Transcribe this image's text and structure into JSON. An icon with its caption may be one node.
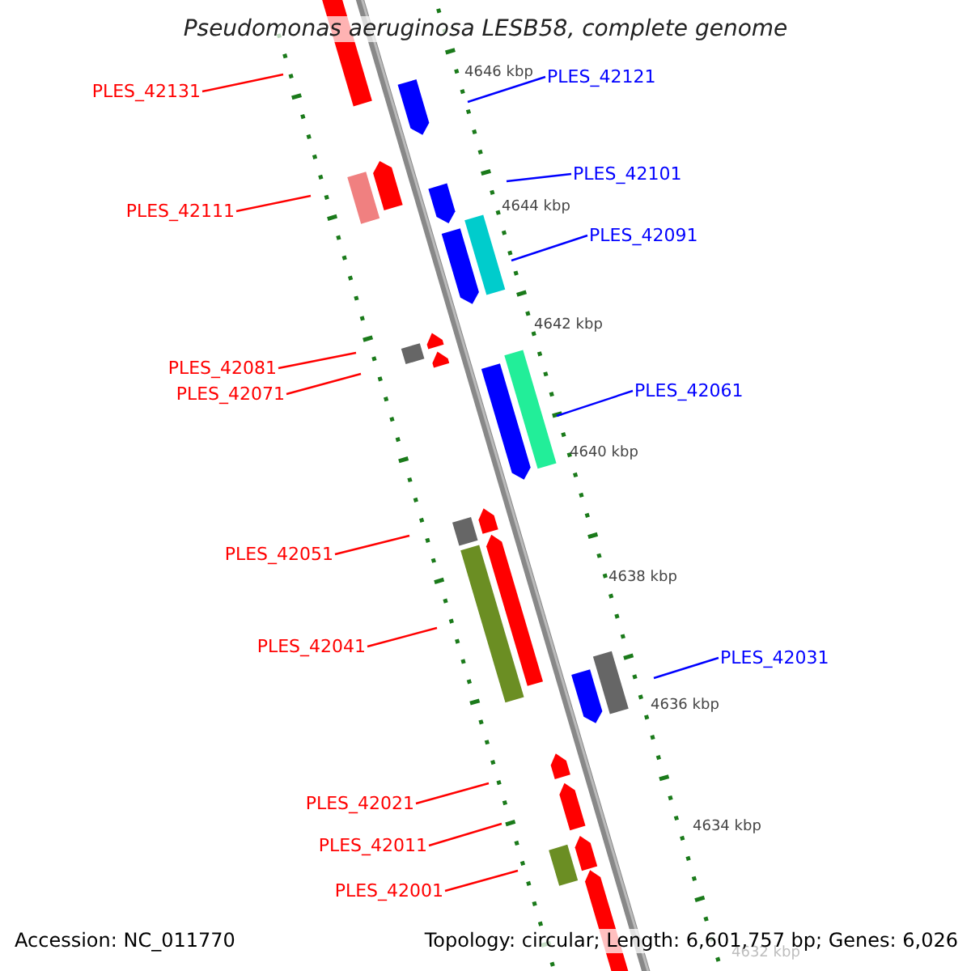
{
  "diagram": {
    "title": "Pseudomonas aeruginosa LESB58, complete genome",
    "nodes": [
      {
        "text": [
          "PLES_42121"
        ]
      },
      {
        "text": [
          "PLES_42131"
        ]
      },
      {
        "text": [
          "PLES_42101"
        ]
      },
      {
        "text": [
          "PLES_42111"
        ]
      },
      {
        "text": [
          "PLES_42091"
        ]
      },
      {
        "text": [
          "PLES_42081"
        ]
      },
      {
        "text": [
          "PLES_42061"
        ]
      },
      {
        "text": [
          "PLES_42071"
        ]
      },
      {
        "text": [
          "PLES_42051"
        ]
      },
      {
        "text": [
          "PLES_42041"
        ]
      },
      {
        "text": [
          "PLES_42031"
        ]
      },
      {
        "text": [
          "PLES_42021"
        ]
      },
      {
        "text": [
          "PLES_42011"
        ]
      },
      {
        "text": [
          "PLES_42001"
        ]
      }
    ],
    "edges": [
      {
        "from": 0,
        "to": null,
        "arrow": "none",
        "color": "#0000ff"
      },
      {
        "from": 1,
        "to": null,
        "arrow": "none"
      },
      {
        "from": 2,
        "to": null,
        "arrow": "none",
        "color": "#0000ff"
      },
      {
        "from": 3,
        "to": null,
        "arrow": "none"
      },
      {
        "from": 4,
        "to": null,
        "arrow": "none",
        "color": "#0000ff"
      },
      {
        "from": 5,
        "to": null,
        "arrow": "none"
      },
      {
        "from": 6,
        "to": null,
        "arrow": "none",
        "color": "#0000ff"
      },
      {
        "from": 7,
        "to": null,
        "arrow": "none"
      },
      {
        "from": 8,
        "to": null,
        "arrow": "none"
      },
      {
        "from": 9,
        "to": null,
        "arrow": "none"
      },
      {
        "from": 10,
        "to": null,
        "arrow": "none",
        "color": "#0000ff"
      },
      {
        "from": 11,
        "to": null,
        "arrow": "none"
      },
      {
        "from": 12,
        "to": null,
        "arrow": "none"
      },
      {
        "from": 13,
        "to": null,
        "arrow": "none"
      }
    ],
    "labels": [
      "4646 kbp",
      "4644 kbp",
      "4642 kbp",
      "4640 kbp",
      "4638 kbp",
      "4636 kbp",
      "4634 kbp",
      "Accession: NC_011770",
      "Topology: circular; Length: 6,601,757 bp; Genes: 6,026",
      "4632 kbp"
    ]
  }
}
